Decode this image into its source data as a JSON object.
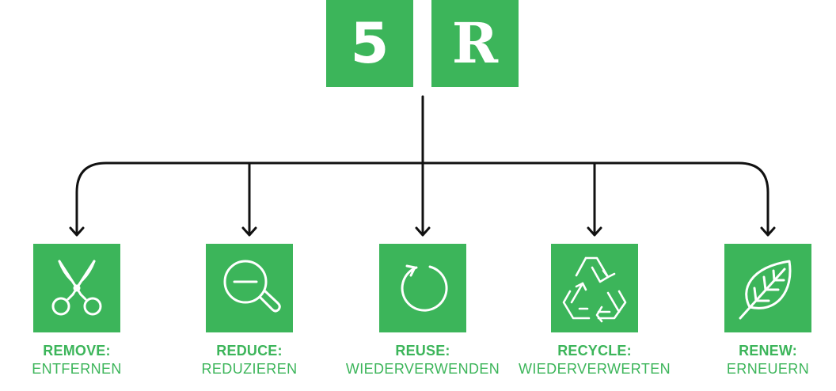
{
  "colors": {
    "accent": "#3cb55a",
    "line": "#111111",
    "icon": "#ffffff"
  },
  "header": {
    "number": "5",
    "letter": "R"
  },
  "items": [
    {
      "icon": "scissors-icon",
      "title": "REMOVE:",
      "subtitle": "ENTFERNEN"
    },
    {
      "icon": "magnifier-minus-icon",
      "title": "REDUCE:",
      "subtitle": "REDUZIEREN"
    },
    {
      "icon": "refresh-icon",
      "title": "REUSE:",
      "subtitle": "WIEDERVERWENDEN"
    },
    {
      "icon": "recycle-icon",
      "title": "RECYCLE:",
      "subtitle": "WIEDERVERWERTEN"
    },
    {
      "icon": "leaf-icon",
      "title": "RENEW:",
      "subtitle": "ERNEUERN"
    }
  ]
}
